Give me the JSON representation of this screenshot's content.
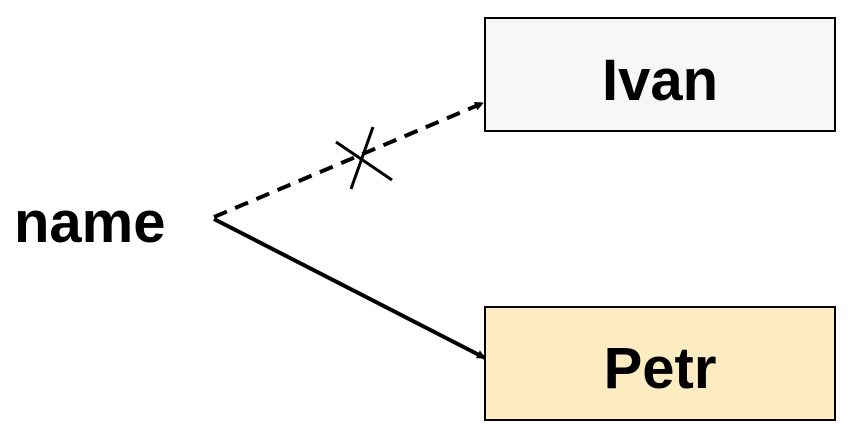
{
  "diagram": {
    "source": {
      "label": "name"
    },
    "targets": [
      {
        "label": "Ivan",
        "fill": "#f7f7f7",
        "stroke": "#000000",
        "link_style": "dashed",
        "link_crossed_out": true
      },
      {
        "label": "Petr",
        "fill": "#fdebc1",
        "stroke": "#000000",
        "link_style": "solid",
        "link_crossed_out": false
      }
    ],
    "colors": {
      "line": "#000000",
      "background": "#ffffff"
    }
  }
}
